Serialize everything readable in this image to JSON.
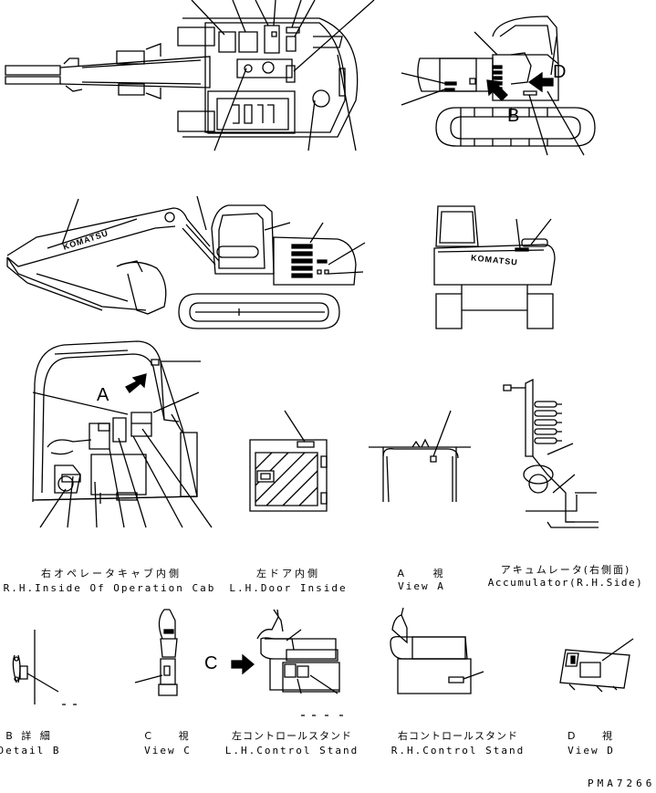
{
  "markers": {
    "a": "A",
    "b": "B",
    "c": "C",
    "d": "D"
  },
  "brand_text": "KOMATSU",
  "captions": {
    "rh_cab": {
      "jp": "右オペレータキャブ内側",
      "en": "R.H.Inside Of Operation Cab"
    },
    "lh_door": {
      "jp": "左ドア内側",
      "en": "L.H.Door Inside"
    },
    "view_a": {
      "jp": "A 視",
      "en": "View A"
    },
    "accumulator": {
      "jp": "アキュムレータ(右側面)",
      "en": "Accumulator(R.H.Side)"
    },
    "detail_b": {
      "jp": "B 詳 細",
      "en": "Detail B"
    },
    "view_c": {
      "jp": "C 視",
      "en": "View C"
    },
    "lh_stand": {
      "jp": "左コントロールスタンド",
      "en": "L.H.Control Stand"
    },
    "rh_stand": {
      "jp": "右コントロールスタンド",
      "en": "R.H.Control Stand"
    },
    "view_d": {
      "jp": "D 視",
      "en": "View D"
    }
  },
  "drawing_code": "PMA7266"
}
